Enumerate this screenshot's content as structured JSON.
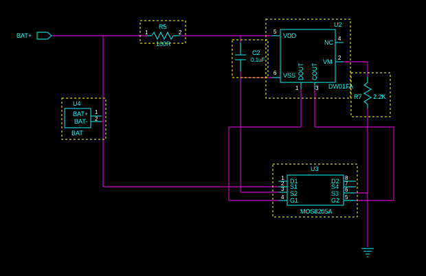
{
  "net_label": "BAT+",
  "r5": {
    "ref": "R5",
    "value": "100R",
    "pin1": "1",
    "pin2": "2"
  },
  "c2": {
    "ref": "C2",
    "value": "0.1uF"
  },
  "u2": {
    "ref": "U2",
    "part": "DW01FA",
    "pins": {
      "vdd": "VDD",
      "vss": "VSS",
      "nc": "NC",
      "vm": "VM",
      "dout": "DOUT",
      "cout": "COUT"
    },
    "pin_numbers": {
      "vdd": "5",
      "vss": "6",
      "nc": "4",
      "vm": "2",
      "dout": "1",
      "cout": "3"
    }
  },
  "r7": {
    "ref": "R7",
    "value": "2.2K"
  },
  "u4": {
    "ref": "U4",
    "part": "BAT",
    "pins": [
      "BAT+",
      "BAT-"
    ],
    "pin_numbers": [
      "1",
      "2"
    ]
  },
  "u3": {
    "ref": "U3",
    "part": "MOS8205A",
    "left_pins": [
      "D1",
      "S1",
      "S2",
      "G1"
    ],
    "left_numbers": [
      "1",
      "2",
      "3",
      "4"
    ],
    "right_pins": [
      "D2",
      "S4",
      "S3",
      "G2"
    ],
    "right_numbers": [
      "8",
      "7",
      "6",
      "5"
    ]
  },
  "colors": {
    "background": "#000000",
    "wire": "#cc00cc",
    "symbol": "#00cccc",
    "text": "#00ffff",
    "selection": "#ffff00"
  }
}
